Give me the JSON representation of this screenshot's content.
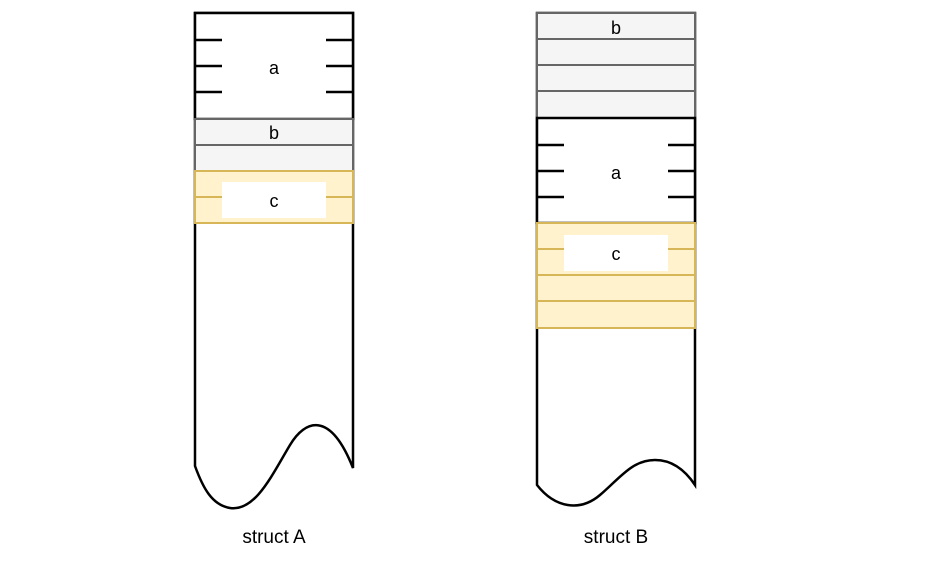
{
  "colors": {
    "outline": "#000000",
    "gray_fill": "#f5f5f5",
    "gray_stroke": "#666666",
    "yellow_fill": "#fff2cc",
    "yellow_stroke": "#d6b656",
    "label_bg": "#ffffff"
  },
  "structs": [
    {
      "caption": "struct A",
      "fields": [
        {
          "label": "a"
        },
        {
          "label": "b"
        },
        {
          "label": "c"
        }
      ]
    },
    {
      "caption": "struct B",
      "fields": [
        {
          "label": "b"
        },
        {
          "label": "a"
        },
        {
          "label": "c"
        }
      ]
    }
  ]
}
